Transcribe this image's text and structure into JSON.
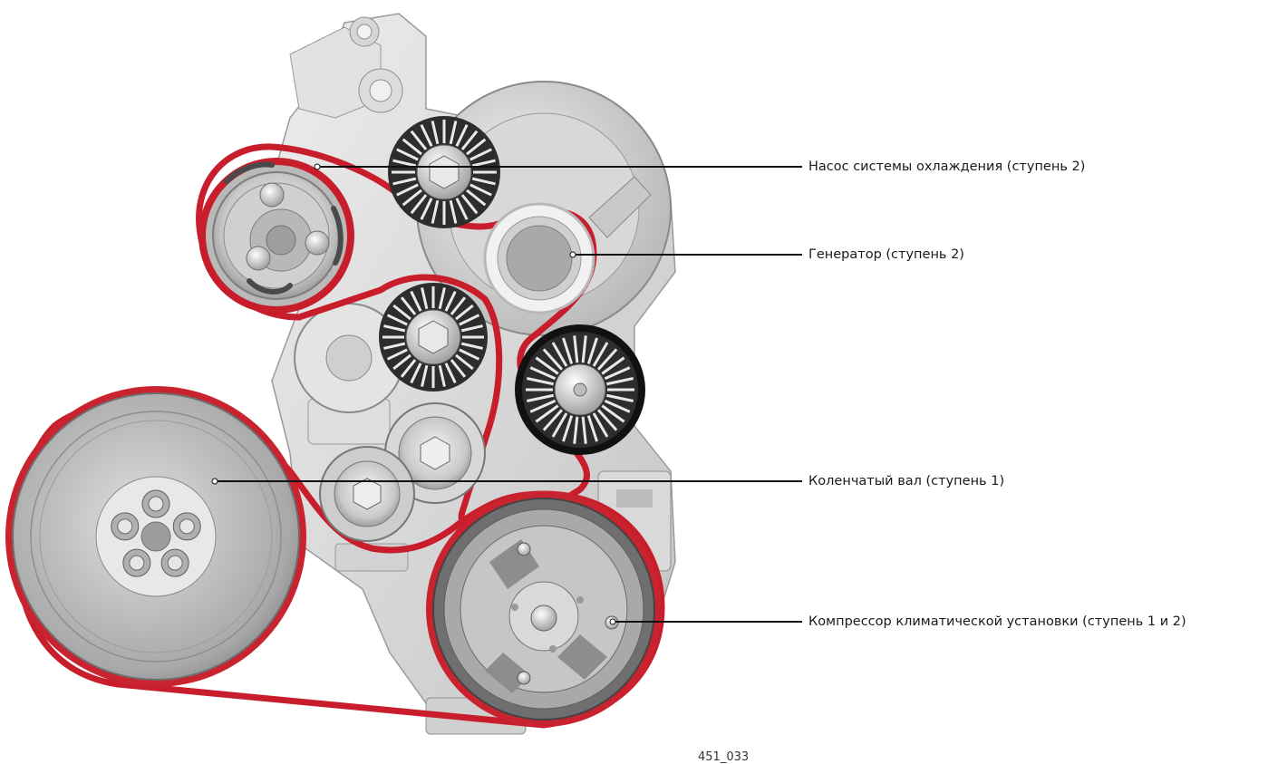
{
  "callouts": [
    {
      "id": "water-pump",
      "label": "Насос системы охлаждения (ступень 2)"
    },
    {
      "id": "generator",
      "label": "Генератор (ступень 2)"
    },
    {
      "id": "crankshaft",
      "label": "Коленчатый вал (ступень 1)"
    },
    {
      "id": "ac-compressor",
      "label": "Компрессор климатической установки (ступень 1 и 2)"
    }
  ],
  "figure_id": "451_033",
  "colors": {
    "belt": "#d01c2a",
    "belt_dark": "#9c0e1a",
    "engine_light": "#e6e6e6",
    "engine_mid": "#bdbdbd",
    "engine_dark": "#6f6f6f",
    "callout_line": "#111111"
  }
}
